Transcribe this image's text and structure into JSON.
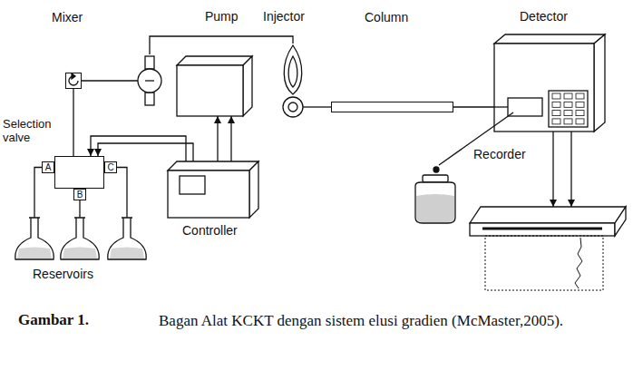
{
  "diagram": {
    "caption": "Bagan Alat KCKT dengan sistem elusi gradien (McMaster,2005).",
    "nodes": [
      {
        "text": [
          "Mixer"
        ]
      },
      {
        "text": [
          "Pump"
        ]
      },
      {
        "text": [
          "Injector"
        ]
      },
      {
        "text": [
          "Column"
        ]
      },
      {
        "text": [
          "Detector"
        ]
      },
      {
        "text": [
          "Selection valve"
        ]
      },
      {
        "text": [
          "A"
        ]
      },
      {
        "text": [
          "B"
        ]
      },
      {
        "text": [
          "C"
        ]
      },
      {
        "text": [
          "Controller"
        ]
      },
      {
        "text": [
          "Recorder"
        ]
      }
    ],
    "edges": [
      {
        "from": 5,
        "to": 0,
        "arrow": "none"
      },
      {
        "from": 0,
        "to": 1,
        "arrow": "none"
      },
      {
        "from": 1,
        "to": 2,
        "arrow": "none"
      },
      {
        "from": 2,
        "to": 3,
        "arrow": "none"
      },
      {
        "from": 3,
        "to": 4,
        "arrow": "none"
      },
      {
        "from": 9,
        "to": 1,
        "arrow": "to"
      },
      {
        "from": 9,
        "to": 1,
        "arrow": "to"
      },
      {
        "from": 9,
        "to": 5,
        "arrow": "to"
      },
      {
        "from": 9,
        "to": 5,
        "arrow": "to"
      },
      {
        "from": 4,
        "to": 10,
        "arrow": "to"
      },
      {
        "from": 4,
        "to": 10,
        "arrow": "to"
      }
    ],
    "labels": [
      "Reservoirs",
      "Gambar 1."
    ]
  }
}
